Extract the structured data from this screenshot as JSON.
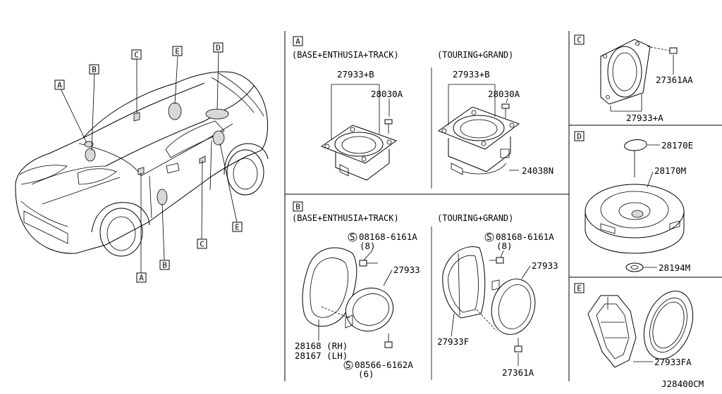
{
  "diagram_code": "J28400CM",
  "car_callouts": [
    "A",
    "B",
    "C",
    "E",
    "D",
    "E",
    "C",
    "B",
    "A"
  ],
  "panel_a": {
    "letter": "A",
    "base_header": "(BASE+ENTHUSIA+TRACK)",
    "touring_header": "(TOURING+GRAND)",
    "base_speaker": "27933+B",
    "base_screw": "28030A",
    "touring_speaker": "27933+B",
    "touring_screw": "28030A",
    "harness": "24038N"
  },
  "panel_b": {
    "letter": "B",
    "base_header": "(BASE+ENTHUSIA+TRACK)",
    "touring_header": "(TOURING+GRAND)",
    "base_bolt": "08168-6161A",
    "base_bolt_qty": "(8)",
    "base_speaker": "27933",
    "bracket_rh": "28168 (RH)",
    "bracket_lh": "28167 (LH)",
    "base_nut": "08566-6162A",
    "base_nut_qty": "(6)",
    "touring_bolt": "08168-6161A",
    "touring_bolt_qty": "(8)",
    "touring_speaker": "27933",
    "touring_bracket": "27933F",
    "touring_screw": "27361A",
    "s_mark": "S"
  },
  "panel_c": {
    "letter": "C",
    "screw": "27361AA",
    "speaker": "27933+A"
  },
  "panel_d": {
    "letter": "D",
    "knob": "28170E",
    "woofer": "28170M",
    "cushion": "28194M"
  },
  "panel_e": {
    "letter": "E",
    "speaker": "27933FA"
  }
}
